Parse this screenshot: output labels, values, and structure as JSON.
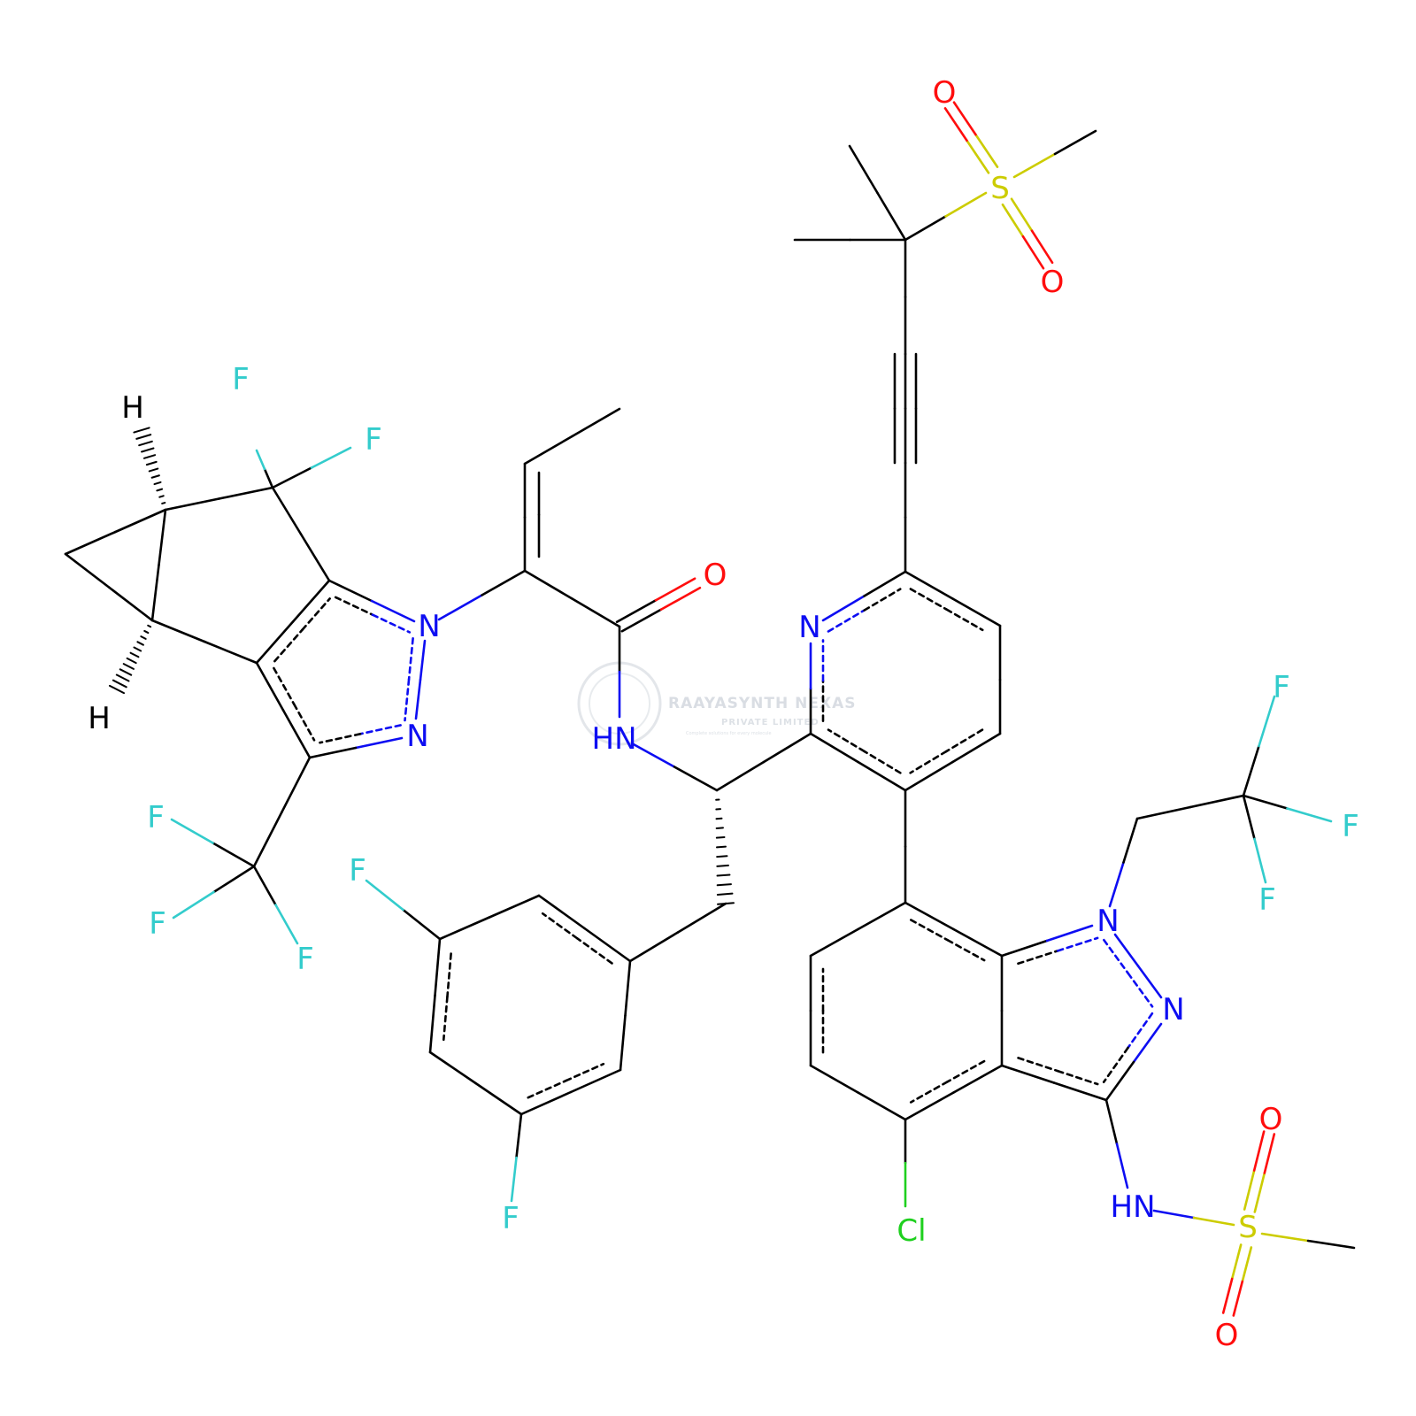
{
  "watermark": {
    "title": "RAAYASYNTH NEXAS",
    "subtitle": "PRIVATE LIMITED",
    "tagline": "Complete solutions for every molecule"
  },
  "colors": {
    "C": "#000000",
    "N": "#0d0df2",
    "O": "#ff0d0d",
    "F": "#33cccc",
    "S": "#cccc00",
    "Cl": "#1fd01f",
    "H": "#000000"
  },
  "atoms": {
    "F1": "F",
    "F2": "F",
    "F3": "F",
    "F4": "F",
    "F5": "F",
    "F6": "F",
    "F7": "F",
    "F8": "F",
    "F9": "F",
    "F10": "F",
    "H1": "H",
    "H2": "H",
    "N1": "N",
    "N2": "N",
    "N3": "N",
    "N4": "N",
    "N5": "N",
    "NH1": "HN",
    "NH2": "HN",
    "O1": "O",
    "O2": "O",
    "O3": "O",
    "O4": "O",
    "O5": "O",
    "S1": "S",
    "S2": "S",
    "Cl1": "Cl"
  }
}
